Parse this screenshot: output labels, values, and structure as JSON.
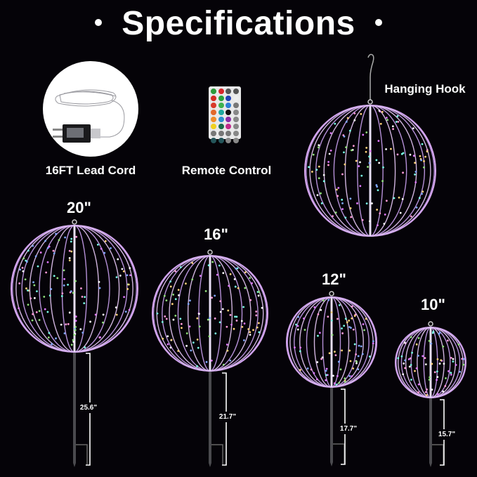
{
  "header": {
    "title": "Specifications"
  },
  "accessories": [
    {
      "label": "16FT Lead Cord",
      "icon": "power-adapter-cord-icon"
    },
    {
      "label": "Remote Control",
      "icon": "remote-control-icon"
    }
  ],
  "hanging_ball": {
    "label": "Hanging Hook"
  },
  "remote_buttons": [
    "#2c9a3a",
    "#d7262a",
    "#555",
    "#555",
    "#d42a22",
    "#27a23c",
    "#2140b5",
    "#eee",
    "#d83a2a",
    "#3fb24f",
    "#2f7fd5",
    "#777",
    "#e2682a",
    "#1eaaa0",
    "#111",
    "#888",
    "#ef8d2a",
    "#2c8fd0",
    "#8a2aa8",
    "#888",
    "#f0d020",
    "#1a6b4a",
    "#c02a8a",
    "#888",
    "#777",
    "#777",
    "#777",
    "#888",
    "#24555a",
    "#24555a",
    "#888",
    "#888"
  ],
  "products": [
    {
      "size": "20\"",
      "stake_length": "25.6\""
    },
    {
      "size": "16\"",
      "stake_length": "21.7\""
    },
    {
      "size": "12\"",
      "stake_length": "17.7\""
    },
    {
      "size": "10\"",
      "stake_length": "15.7\""
    }
  ]
}
